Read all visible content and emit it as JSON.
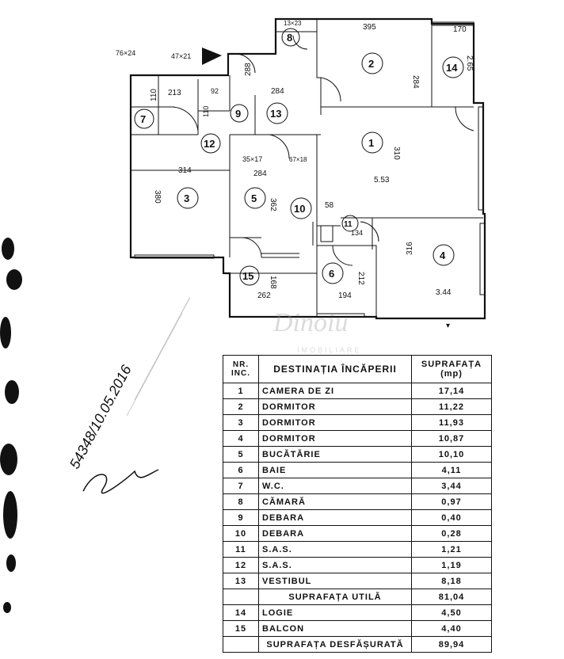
{
  "plan": {
    "rooms": [
      "1",
      "2",
      "3",
      "4",
      "5",
      "6",
      "7",
      "8",
      "9",
      "10",
      "11",
      "12",
      "13",
      "14",
      "15"
    ],
    "dimensions": {
      "d395": "395",
      "d284a": "284",
      "d170": "170",
      "d265": "2.65",
      "d288": "288",
      "d284b": "284",
      "d310": "310",
      "d553": "5.53",
      "d314": "314",
      "d284c": "284",
      "d380": "380",
      "d362": "362",
      "d58": "58",
      "d134": "134",
      "d316": "316",
      "d344": "3.44",
      "d168": "168",
      "d262": "262",
      "d194": "194",
      "d212": "212",
      "d213": "213",
      "d110": "110",
      "d92": "92",
      "d110b": "110"
    },
    "door_sizes": {
      "s76": "76×24",
      "s47": "47×21",
      "s35": "35×17",
      "s67": "67×18",
      "s13": "13×23"
    }
  },
  "stamp": {
    "number": "54348/10.05.2016"
  },
  "watermark": {
    "name": "Dinoiu",
    "subtitle": "IMOBILIARE"
  },
  "legend": {
    "header": {
      "nr": "NR. INC.",
      "destination": "DESTINAȚIA ÎNCĂPERII",
      "area": "SUPRAFAȚA (mp)"
    },
    "rows": [
      {
        "nr": "1",
        "name": "CAMERA DE ZI",
        "area": "17,14"
      },
      {
        "nr": "2",
        "name": "DORMITOR",
        "area": "11,22"
      },
      {
        "nr": "3",
        "name": "DORMITOR",
        "area": "11,93"
      },
      {
        "nr": "4",
        "name": "DORMITOR",
        "area": "10,87"
      },
      {
        "nr": "5",
        "name": "BUCĂTĂRIE",
        "area": "10,10"
      },
      {
        "nr": "6",
        "name": "BAIE",
        "area": "4,11"
      },
      {
        "nr": "7",
        "name": "W.C.",
        "area": "3,44"
      },
      {
        "nr": "8",
        "name": "CĂMARĂ",
        "area": "0,97"
      },
      {
        "nr": "9",
        "name": "DEBARA",
        "area": "0,40"
      },
      {
        "nr": "10",
        "name": "DEBARA",
        "area": "0,28"
      },
      {
        "nr": "11",
        "name": "S.A.S.",
        "area": "1,21"
      },
      {
        "nr": "12",
        "name": "S.A.S.",
        "area": "1,19"
      },
      {
        "nr": "13",
        "name": "VESTIBUL",
        "area": "8,18"
      }
    ],
    "useful_label": "SUPRAFAȚA UTILĂ",
    "useful_area": "81,04",
    "extra_rows": [
      {
        "nr": "14",
        "name": "LOGIE",
        "area": "4,50"
      },
      {
        "nr": "15",
        "name": "BALCON",
        "area": "4,40"
      }
    ],
    "total_label": "SUPRAFAȚA DESFĂȘURATĂ",
    "total_area": "89,94"
  }
}
